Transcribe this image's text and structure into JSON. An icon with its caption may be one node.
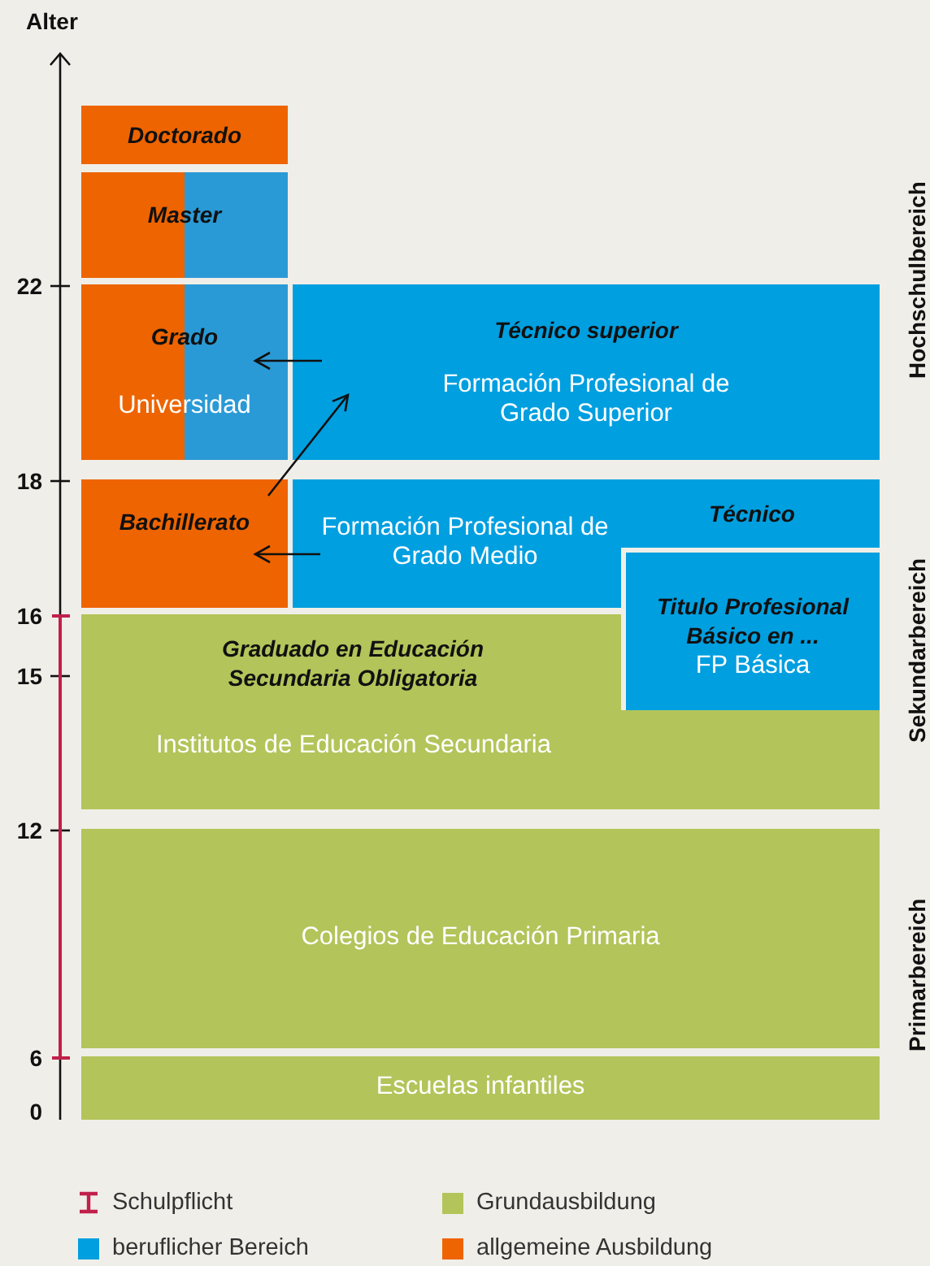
{
  "diagram": {
    "nodes": [
      {
        "text": [
          "Doctorado"
        ]
      },
      {
        "text": [
          "Master"
        ]
      },
      {
        "text": [
          "Grado",
          "Universidad"
        ]
      },
      {
        "text": [
          "Técnico superior",
          "Formación Profesional de Grado Superior"
        ]
      },
      {
        "text": [
          "Bachillerato"
        ]
      },
      {
        "text": [
          "Técnico",
          "Formación Profesional de Grado Medio"
        ]
      },
      {
        "text": [
          "Titulo Profesional Básico en ...",
          "FP Básica"
        ]
      },
      {
        "text": [
          "Graduado en Educación Secundaria Obligatoria",
          "Institutos de Educación Secundaria"
        ]
      },
      {
        "text": [
          "Colegios de Educación Primaria"
        ]
      },
      {
        "text": [
          "Escuelas infantiles"
        ]
      }
    ],
    "edges": [
      {
        "from": 3,
        "to": 2,
        "arrow": "to"
      },
      {
        "from": 4,
        "to": 3,
        "arrow": "to"
      },
      {
        "from": 5,
        "to": 4,
        "arrow": "to"
      }
    ],
    "labels": [
      "Alter",
      "22",
      "18",
      "16",
      "15",
      "12",
      "6",
      "0",
      "Hochschulbereich",
      "Sekundarbereich",
      "Primarbereich"
    ],
    "legend": [
      {
        "text": "Schulpflicht"
      },
      {
        "text": "Grundausbildung",
        "color": "#b3c45a"
      },
      {
        "text": "beruflicher Bereich",
        "color": "#009fe0"
      },
      {
        "text": "allgemeine Ausbildung",
        "color": "#ee6400"
      }
    ]
  }
}
